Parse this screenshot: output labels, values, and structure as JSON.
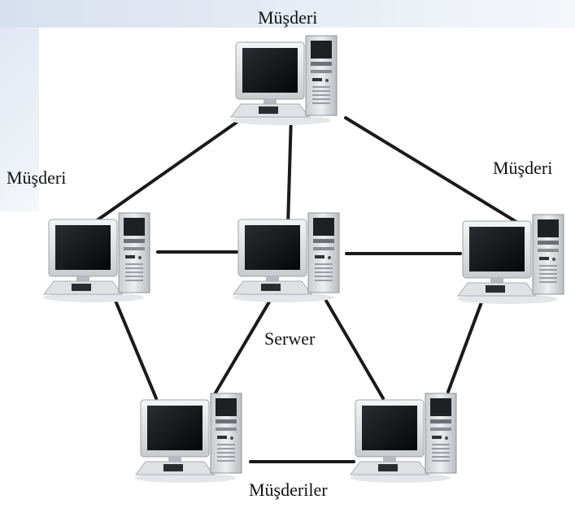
{
  "labels": {
    "client_top": "Müşderi",
    "client_left": "Müşderi",
    "client_right": "Müşderi",
    "server": "Serwer",
    "clients_bottom": "Müşderiler"
  }
}
